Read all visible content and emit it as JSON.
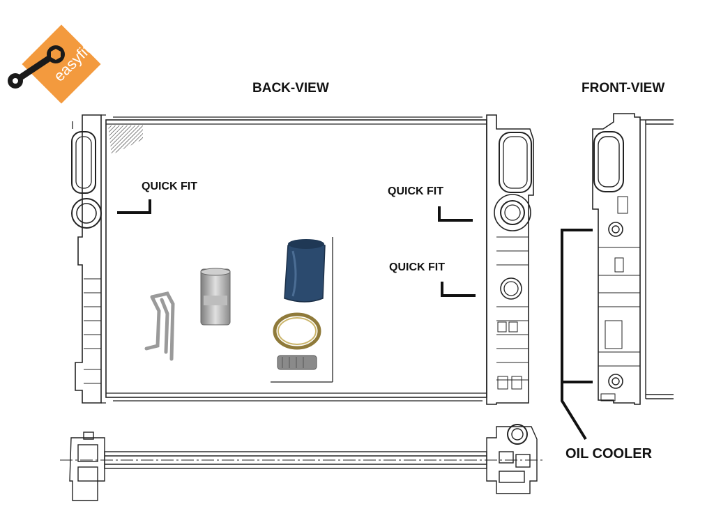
{
  "logo": {
    "brand": "easyfit",
    "icon": "wrench-icon",
    "color": "#f39a3e"
  },
  "labels": {
    "back_view": "BACK-VIEW",
    "front_view": "FRONT-VIEW",
    "quick_fit_left": "QUICK FIT",
    "quick_fit_right_top": "QUICK FIT",
    "quick_fit_right_bottom": "QUICK FIT",
    "oil_cooler": "OIL COOLER"
  },
  "parts": [
    "retaining-clip",
    "spacer-sleeve",
    "rubber-hose",
    "hose-clamp"
  ],
  "colors": {
    "line": "#222222",
    "hose": "#2b4a6e",
    "metal": "#a8a8a8"
  }
}
